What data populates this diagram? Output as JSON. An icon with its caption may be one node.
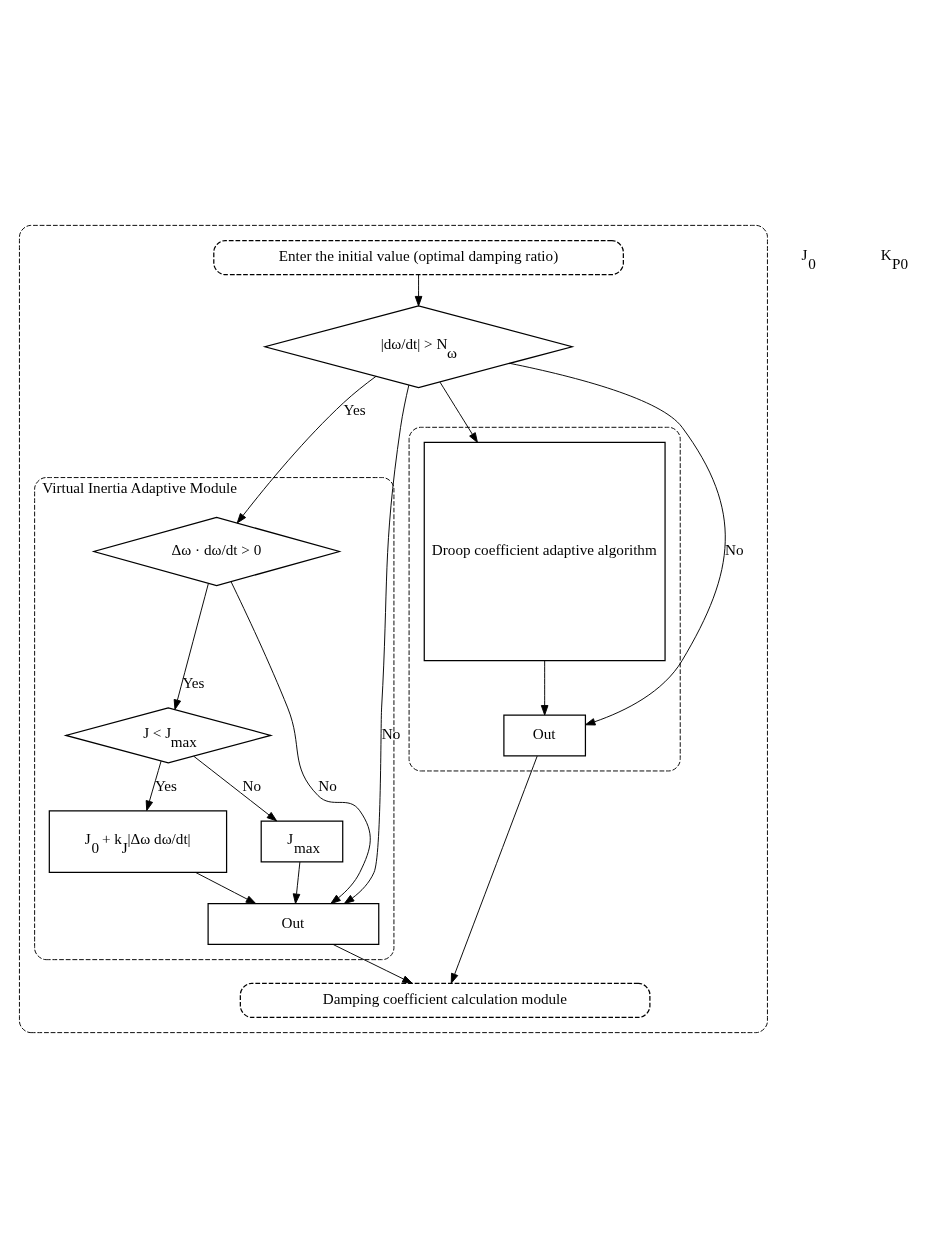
{
  "diagram": {
    "nodes": [
      {
        "text": [],
        "shape": "box"
      },
      {
        "text": [
          "Enter the initial value (optimal damping ratio)"
        ],
        "in": 0
      },
      {
        "text": [
          "|dω/dt| > N$_{ω}$"
        ],
        "in": 0
      },
      {
        "text": [
          "Virtual Inertia Adaptive Module"
        ],
        "in": 0
      },
      {
        "text": [
          "Δω · dω/dt > 0"
        ],
        "in": 3
      },
      {
        "text": [
          "J < J$_{max}$"
        ],
        "in": 3
      },
      {
        "text": [
          "J$_{0}$ + k$_{J}$|Δω dω/dt|"
        ],
        "in": 3
      },
      {
        "text": [
          "J$_{max}$"
        ],
        "in": 3
      },
      {
        "text": [
          "Out"
        ],
        "in": 3
      },
      {
        "text": [],
        "shape": "box",
        "in": 0
      },
      {
        "text": [
          "Droop coefficient adaptive algorithm"
        ],
        "in": 9
      },
      {
        "text": [
          "Out"
        ],
        "in": 9
      },
      {
        "text": [
          "Damping coefficient calculation module"
        ],
        "in": 0
      }
    ],
    "edges": [
      {
        "from": 1,
        "to": 2,
        "arrow": "to"
      },
      {
        "from": 2,
        "to": 4,
        "arrow": "to",
        "label": "Yes"
      },
      {
        "from": 2,
        "to": 10,
        "arrow": "to"
      },
      {
        "from": 2,
        "to": 8,
        "arrow": "to",
        "label": "No"
      },
      {
        "from": 4,
        "to": 8,
        "arrow": "to",
        "label": "No"
      },
      {
        "from": 2,
        "to": 11,
        "arrow": "to",
        "label": "No"
      },
      {
        "from": 4,
        "to": 5,
        "arrow": "to",
        "label": "Yes"
      },
      {
        "from": 5,
        "to": 6,
        "arrow": "to",
        "label": "Yes"
      },
      {
        "from": 5,
        "to": 7,
        "arrow": "to",
        "label": "No"
      },
      {
        "from": 6,
        "to": 8,
        "arrow": "to"
      },
      {
        "from": 7,
        "to": 8,
        "arrow": "to"
      },
      {
        "from": 10,
        "to": 11,
        "arrow": "to"
      },
      {
        "from": 8,
        "to": 12,
        "arrow": "to"
      },
      {
        "from": 11,
        "to": 12,
        "arrow": "to"
      }
    ],
    "labels": [
      "J$_{0}$",
      "K$_{P0}$"
    ]
  }
}
